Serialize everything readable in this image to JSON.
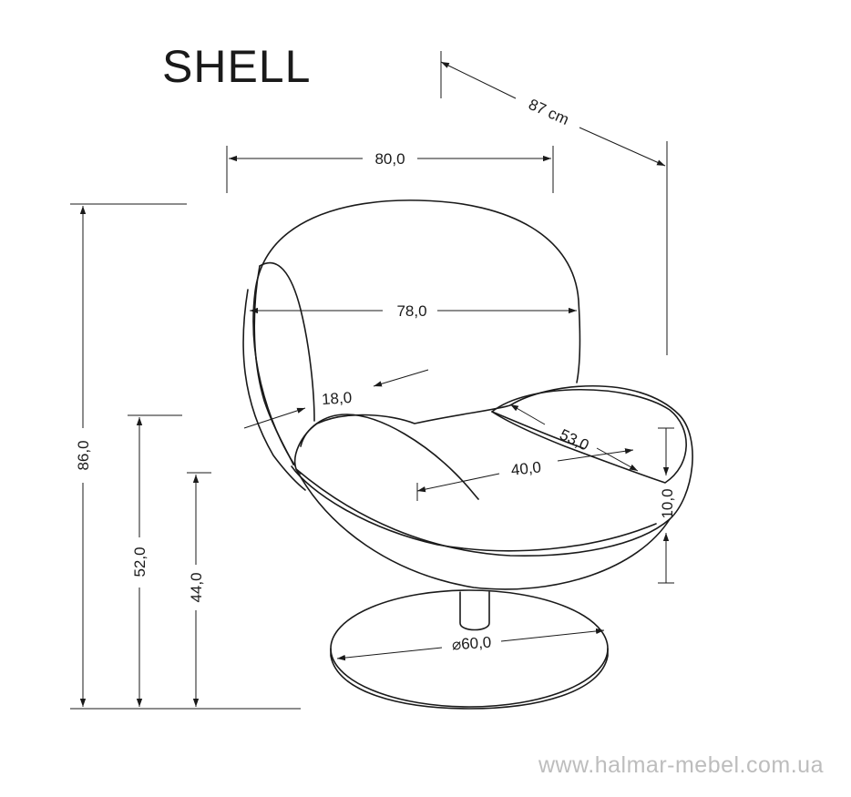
{
  "title": "SHELL",
  "watermark": "www.halmar-mebel.com.ua",
  "dimensions": {
    "depth": "87 cm",
    "width": "80,0",
    "shell_width": "78,0",
    "armrest_width": "18,0",
    "armrest_depth": "53,0",
    "seat_depth": "40,0",
    "cushion_height": "10,0",
    "base_diameter": "⌀60,0",
    "total_height": "86,0",
    "armrest_height": "52,0",
    "seat_height": "44,0"
  },
  "colors": {
    "line": "#1a1a1a",
    "watermark": "#bdbdbd"
  }
}
